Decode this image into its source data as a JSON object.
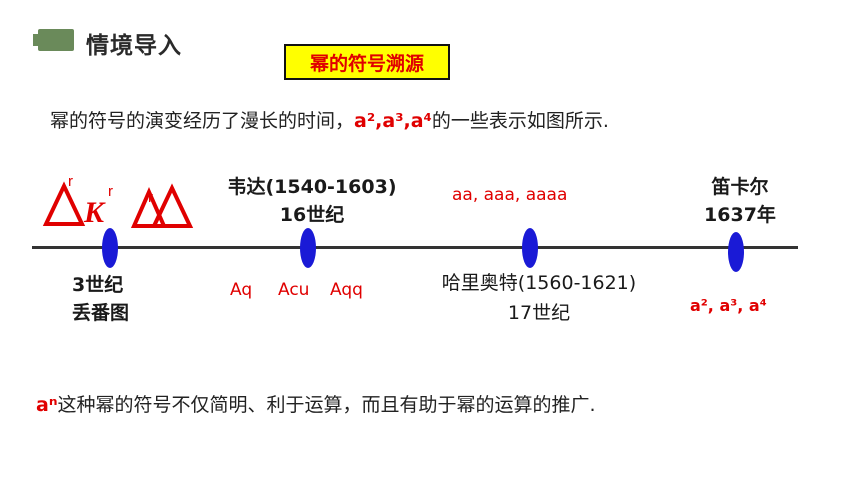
{
  "header": {
    "title": "情境导入",
    "badge": "幂的符号溯源"
  },
  "intro": {
    "prefix": "幂的符号的演变经历了漫长的时间，",
    "powers": "a²,a³,a⁴",
    "suffix": "的一些表示如图所示."
  },
  "timeline": {
    "events": [
      {
        "title": "3世纪",
        "subtitle": "丢番图"
      },
      {
        "title": "韦达(1540-1603)",
        "subtitle": "16世纪"
      },
      {
        "title": "哈里奥特(1560-1621)",
        "subtitle": "17世纪"
      },
      {
        "title": "笛卡尔",
        "subtitle": "1637年"
      }
    ],
    "notations": {
      "diophantus": "Δ K",
      "vieta": [
        "Aq",
        "Acu",
        "Aqq"
      ],
      "harriot": "aa, aaa, aaaa",
      "descartes": "a², a³, a⁴"
    }
  },
  "footer": {
    "prefix": "aⁿ",
    "text": "这种幂的符号不仅简明、利于运算，而且有助于幂的运算的推广."
  },
  "colors": {
    "accent_red": "#e00000",
    "badge_yellow": "#ffff00",
    "node_blue": "#1a1ad6",
    "icon_green": "#6a8a5a"
  }
}
